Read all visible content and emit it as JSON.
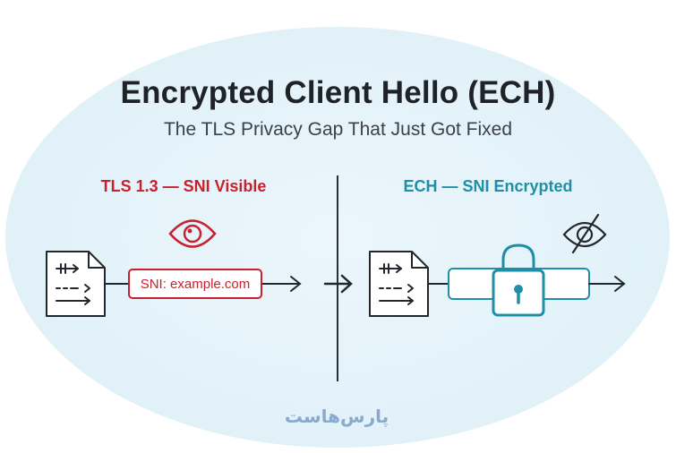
{
  "header": {
    "title": "Encrypted Client Hello (ECH)",
    "subtitle": "The TLS Privacy Gap That Just Got Fixed"
  },
  "left_panel": {
    "heading": "TLS 1.3 — SNI Visible",
    "sni_label": "SNI: example.com",
    "accent_color": "#c8202f",
    "icons": [
      "document-icon",
      "eye-icon",
      "arrow-right-icon"
    ]
  },
  "right_panel": {
    "heading": "ECH — SNI Encrypted",
    "accent_color": "#1e8fa6",
    "icons": [
      "document-icon",
      "eye-slash-icon",
      "padlock-icon",
      "arrow-right-icon"
    ]
  },
  "center": {
    "icon": "arrow-right-icon"
  },
  "brand": {
    "text": "پارس‌هاست"
  }
}
